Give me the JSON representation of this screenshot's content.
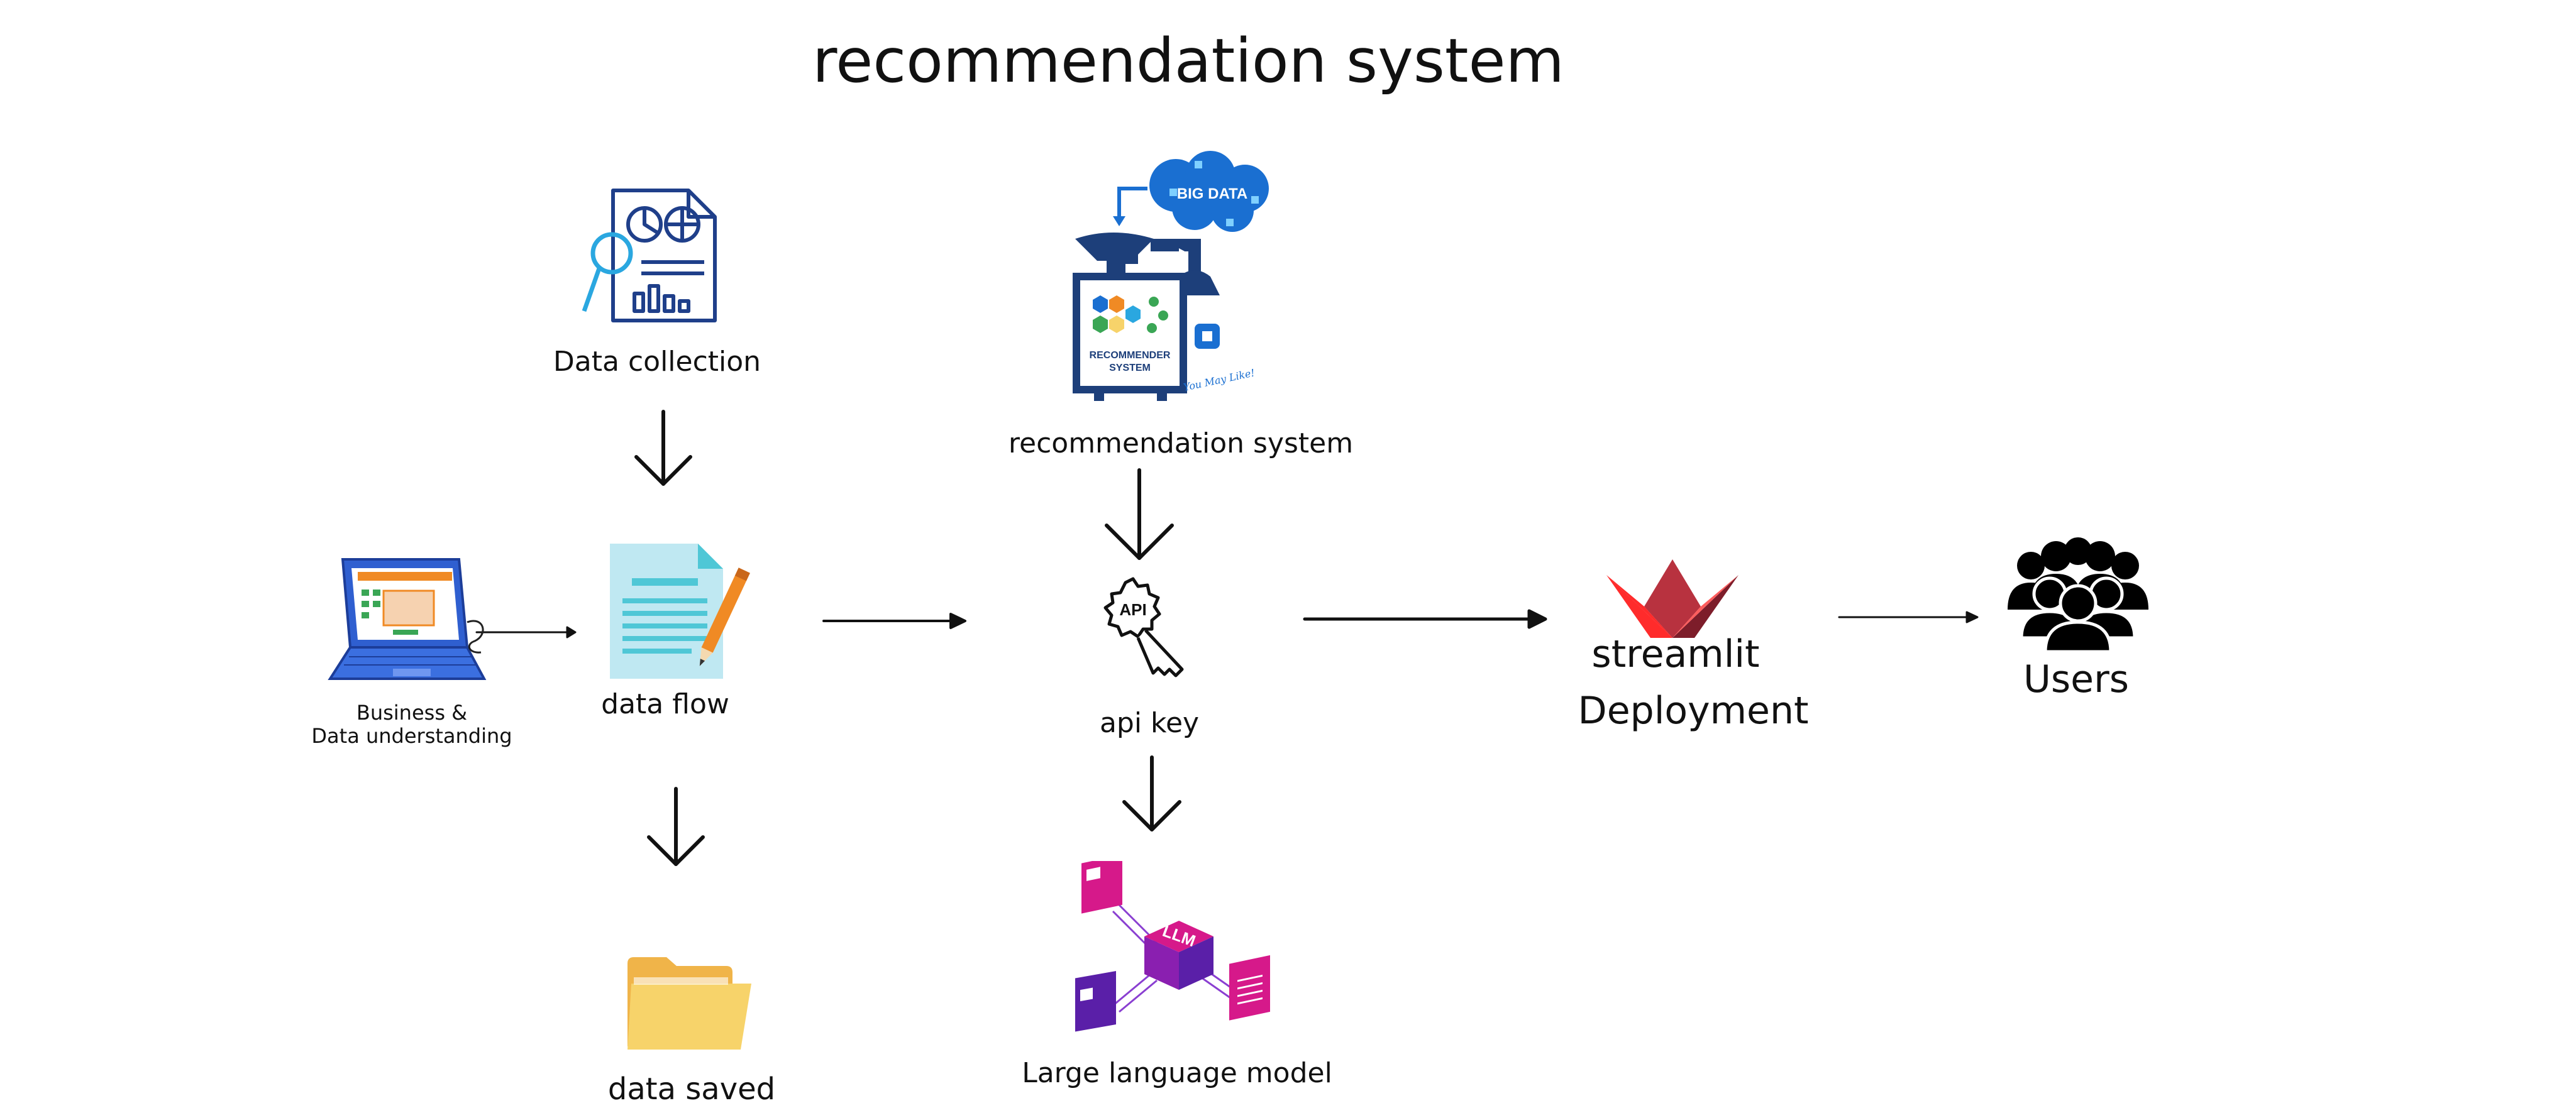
{
  "title": "recommendation system",
  "nodes": {
    "data_collection": {
      "label": "Data collection",
      "icon": "report-magnifier-icon"
    },
    "business_understanding": {
      "label_line1": "Business &",
      "label_line2": "Data understanding",
      "icon": "laptop-spreadsheet-icon"
    },
    "data_flow": {
      "label": "data flow",
      "icon": "document-pencil-icon"
    },
    "data_saved": {
      "label": "data saved",
      "icon": "folder-icon"
    },
    "recommendation_system": {
      "label": "recommendation system",
      "icon": "recommender-machine-icon",
      "badge_text": "BIG DATA",
      "machine_text_line1": "RECOMMENDER",
      "machine_text_line2": "SYSTEM",
      "script_text": "You May Like!"
    },
    "api_key": {
      "label": "api key",
      "icon": "api-key-icon",
      "badge_text": "API"
    },
    "llm": {
      "label": "Large language model",
      "icon": "llm-cube-icon",
      "badge_text": "LLM"
    },
    "streamlit": {
      "label": "streamlit",
      "sublabel": "Deployment",
      "icon": "streamlit-boat-icon"
    },
    "users": {
      "label": "Users",
      "icon": "users-group-icon"
    }
  },
  "colors": {
    "text": "#111111",
    "arrow": "#111111",
    "report_blue": "#1f3f8a",
    "report_accent": "#2aa7e0",
    "doc_teal": "#bfe8f2",
    "doc_lines": "#4fc7d6",
    "pencil": "#f08a24",
    "folder": "#f7d36a",
    "folder_back": "#f0b449",
    "laptop_blue": "#2f5fd0",
    "big_data_blue": "#1a6fd1",
    "machine_navy": "#1d3f7a",
    "llm_magenta": "#d6198a",
    "llm_purple": "#5a1fa8",
    "streamlit_red": "#ff2b2b",
    "streamlit_dark": "#b8323f",
    "users_black": "#000000"
  }
}
